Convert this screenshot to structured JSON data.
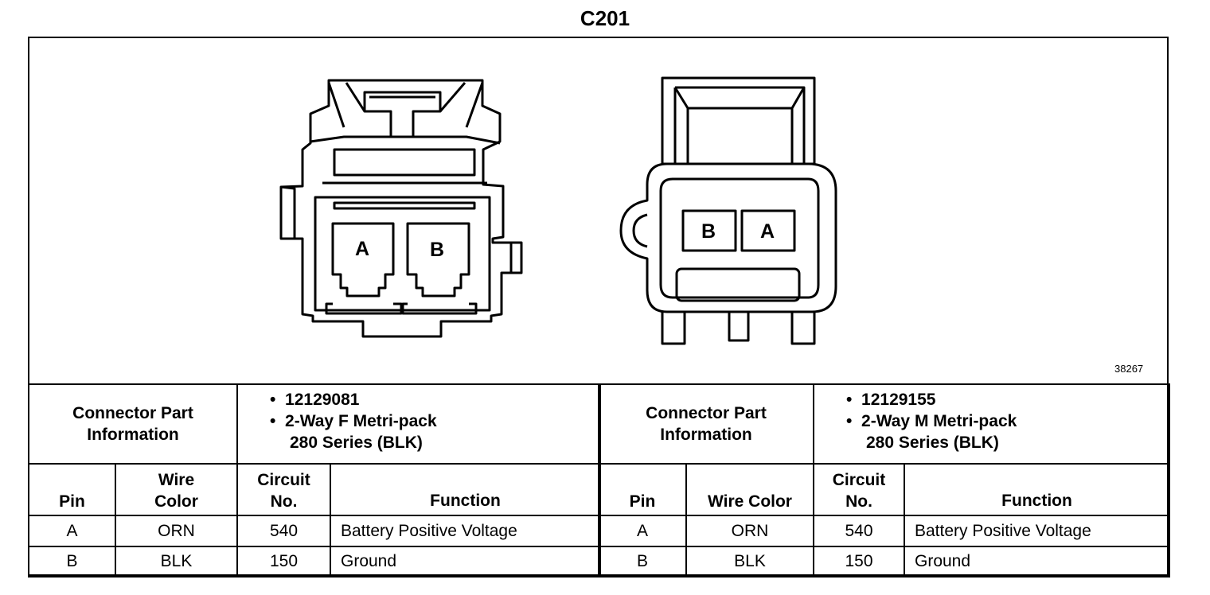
{
  "title": "C201",
  "figure_number": "38267",
  "connector_f": {
    "pins": [
      {
        "label": "A"
      },
      {
        "label": "B"
      }
    ]
  },
  "connector_m": {
    "pins": [
      {
        "label": "B"
      },
      {
        "label": "A"
      }
    ]
  },
  "tables": [
    {
      "info_label": [
        "Connector Part",
        "Information"
      ],
      "part_number": "12129081",
      "description": [
        "2-Way F Metri-pack",
        "280 Series (BLK)"
      ],
      "headers": {
        "pin": "Pin",
        "wire_color": [
          "Wire",
          "Color"
        ],
        "circuit": [
          "Circuit",
          "No."
        ],
        "function": "Function"
      },
      "rows": [
        {
          "pin": "A",
          "color": "ORN",
          "circuit": "540",
          "function": "Battery Positive Voltage"
        },
        {
          "pin": "B",
          "color": "BLK",
          "circuit": "150",
          "function": "Ground"
        }
      ]
    },
    {
      "info_label": [
        "Connector Part",
        "Information"
      ],
      "part_number": "12129155",
      "description": [
        "2-Way M Metri-pack",
        "280 Series (BLK)"
      ],
      "headers": {
        "pin": "Pin",
        "wire_color": "Wire Color",
        "circuit": [
          "Circuit",
          "No."
        ],
        "function": "Function"
      },
      "rows": [
        {
          "pin": "A",
          "color": "ORN",
          "circuit": "540",
          "function": "Battery Positive Voltage"
        },
        {
          "pin": "B",
          "color": "BLK",
          "circuit": "150",
          "function": "Ground"
        }
      ]
    }
  ]
}
